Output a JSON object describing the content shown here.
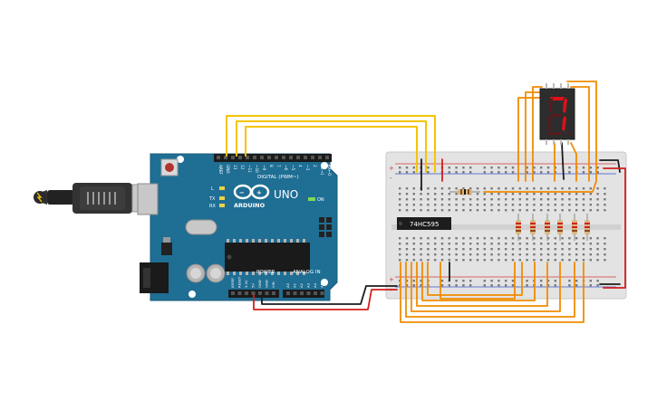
{
  "board": {
    "logo_text": "ARDUINO",
    "model": "UNO",
    "digital_header": "DIGITAL (PWM~)",
    "power_header": "POWER",
    "analog_header": "ANALOG IN",
    "on_label": "ON",
    "tx_label": "TX",
    "rx_label": "RX",
    "l_label": "L",
    "aref_label": "AREF",
    "gnd_label": "GND",
    "power_pins": [
      "IOREF",
      "RESET",
      "3.3V",
      "5V",
      "GND",
      "GND",
      "VIN"
    ],
    "analog_pins": [
      "A0",
      "A1",
      "A2",
      "A3",
      "A4",
      "A5"
    ],
    "digital_pins": [
      "13",
      "12",
      "~11",
      "~10",
      "~9",
      "8",
      "7",
      "~6",
      "~5",
      "4",
      "~3",
      "2",
      "TX→1",
      "RX←0"
    ]
  },
  "chip": {
    "label": "74HC595"
  },
  "display": {
    "digit": "7"
  },
  "breadboard": {
    "plus": "+",
    "minus": "-"
  },
  "colors": {
    "board": "#1f6e94",
    "wire_yellow": "#f5c400",
    "wire_orange": "#f08c00",
    "wire_red": "#d21f1f",
    "wire_black": "#1c1c1c",
    "segment_on": "#e0101a",
    "segment_off": "#5a1a1e"
  }
}
